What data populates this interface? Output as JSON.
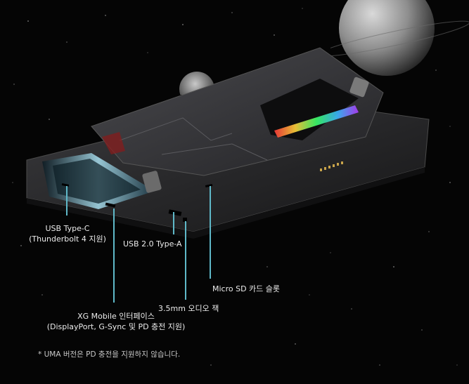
{
  "callouts": {
    "usb_c": {
      "line1": "USB Type-C",
      "line2": "(Thunderbolt 4 지원)"
    },
    "usb_a": {
      "line1": "USB 2.0 Type-A"
    },
    "micro_sd": {
      "line1": "Micro SD 카드 슬롯"
    },
    "audio": {
      "line1": "3.5mm 오디오 잭"
    },
    "xg_mobile": {
      "line1": "XG Mobile 인터페이스",
      "line2": "(DisplayPort, G-Sync 및 PD 충전 지원)"
    }
  },
  "footnote": "* UMA 버전은 PD 충전을 지원하지 않습니다.",
  "colors": {
    "background": "#050505",
    "leader_line": "#5fb9c9",
    "device_body": "#2a2a2c",
    "screen_glow": "#9fd6ea"
  }
}
